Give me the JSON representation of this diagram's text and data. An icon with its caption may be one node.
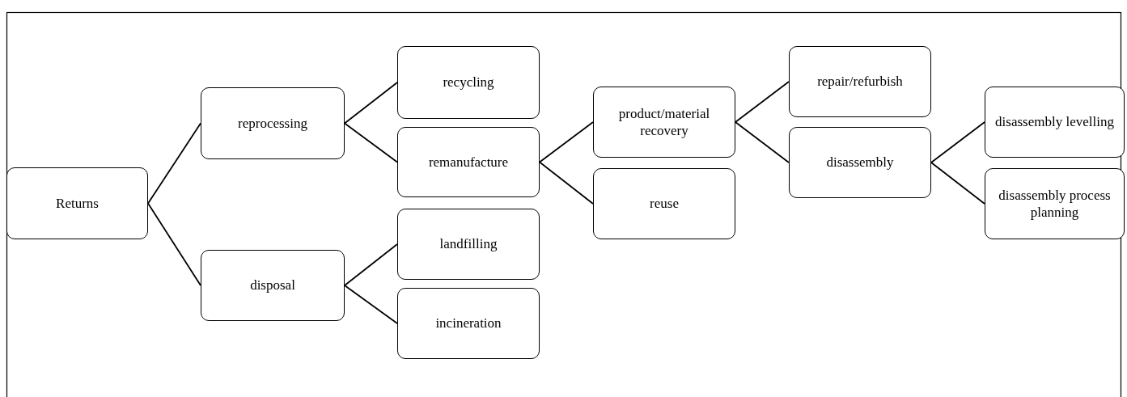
{
  "diagram": {
    "nodes": [
      {
        "text": [
          "Returns"
        ]
      },
      {
        "text": [
          "reprocessing"
        ]
      },
      {
        "text": [
          "disposal"
        ]
      },
      {
        "text": [
          "recycling"
        ]
      },
      {
        "text": [
          "remanufacture"
        ]
      },
      {
        "text": [
          "landfilling"
        ]
      },
      {
        "text": [
          "incineration"
        ]
      },
      {
        "text": [
          "product/material recovery"
        ]
      },
      {
        "text": [
          "reuse"
        ]
      },
      {
        "text": [
          "repair/refurbish"
        ]
      },
      {
        "text": [
          "disassembly"
        ]
      },
      {
        "text": [
          "disassembly levelling"
        ]
      },
      {
        "text": [
          "disassembly process planning"
        ]
      }
    ],
    "edges": [
      {
        "from": 0,
        "to": 1,
        "arrow": "none"
      },
      {
        "from": 0,
        "to": 2,
        "arrow": "none"
      },
      {
        "from": 1,
        "to": 3,
        "arrow": "none"
      },
      {
        "from": 1,
        "to": 4,
        "arrow": "none"
      },
      {
        "from": 2,
        "to": 5,
        "arrow": "none"
      },
      {
        "from": 2,
        "to": 6,
        "arrow": "none"
      },
      {
        "from": 4,
        "to": 7,
        "arrow": "none"
      },
      {
        "from": 4,
        "to": 8,
        "arrow": "none"
      },
      {
        "from": 7,
        "to": 9,
        "arrow": "none"
      },
      {
        "from": 7,
        "to": 10,
        "arrow": "none"
      },
      {
        "from": 10,
        "to": 11,
        "arrow": "none"
      },
      {
        "from": 10,
        "to": 12,
        "arrow": "none"
      }
    ]
  }
}
